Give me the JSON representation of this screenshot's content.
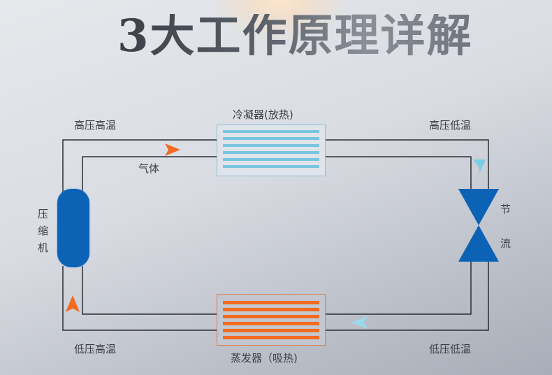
{
  "title": "3大工作原理详解",
  "components": {
    "condenser": {
      "label": "冷凝器(放热)",
      "color": "#7ac4e0"
    },
    "evaporator": {
      "label": "蒸发器（吸热)",
      "color": "#f26b21"
    },
    "compressor": {
      "label_chars": [
        "压",
        "缩",
        "机"
      ],
      "color": "#0c63b5"
    },
    "throttle": {
      "label_chars": [
        "节",
        "流"
      ],
      "color": "#0c63b5"
    }
  },
  "state_labels": {
    "top_left": "高压高温",
    "top_right": "高压低温",
    "bottom_left": "低压高温",
    "bottom_right": "低压低温",
    "gas": "气体"
  },
  "arrows": {
    "orange": "#f26b21",
    "light_blue": "#7ccde8"
  }
}
